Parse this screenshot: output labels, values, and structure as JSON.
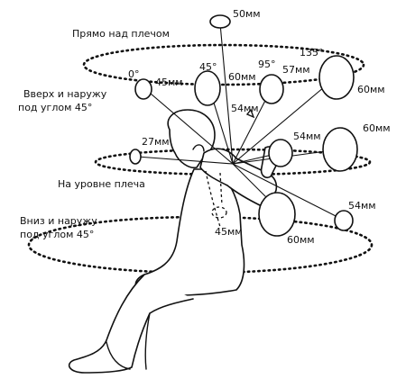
{
  "zones": {
    "above": "Прямо над плечом",
    "up_out_line1": "Вверх и наружу",
    "up_out_line2": "под углом 45°",
    "shoulder": "На уровне плеча",
    "down_out_line1": "Вниз и наружу",
    "down_out_line2": "под углом 45°"
  },
  "angles": {
    "a0": "0°",
    "a45": "45°",
    "a95": "95°",
    "a135": "135°"
  },
  "sizes": {
    "top": "50мм",
    "upper_left": "45мм",
    "upper_mid": "60мм",
    "upper_95": "57мм",
    "upper_right": "60мм",
    "center_vertical": "54мм",
    "shoulder_left": "27мм",
    "shoulder_mid": "54мм",
    "shoulder_right": "60мм",
    "lower_right": "54мм",
    "lower_mid": "60мм",
    "lower_under": "45мм"
  }
}
